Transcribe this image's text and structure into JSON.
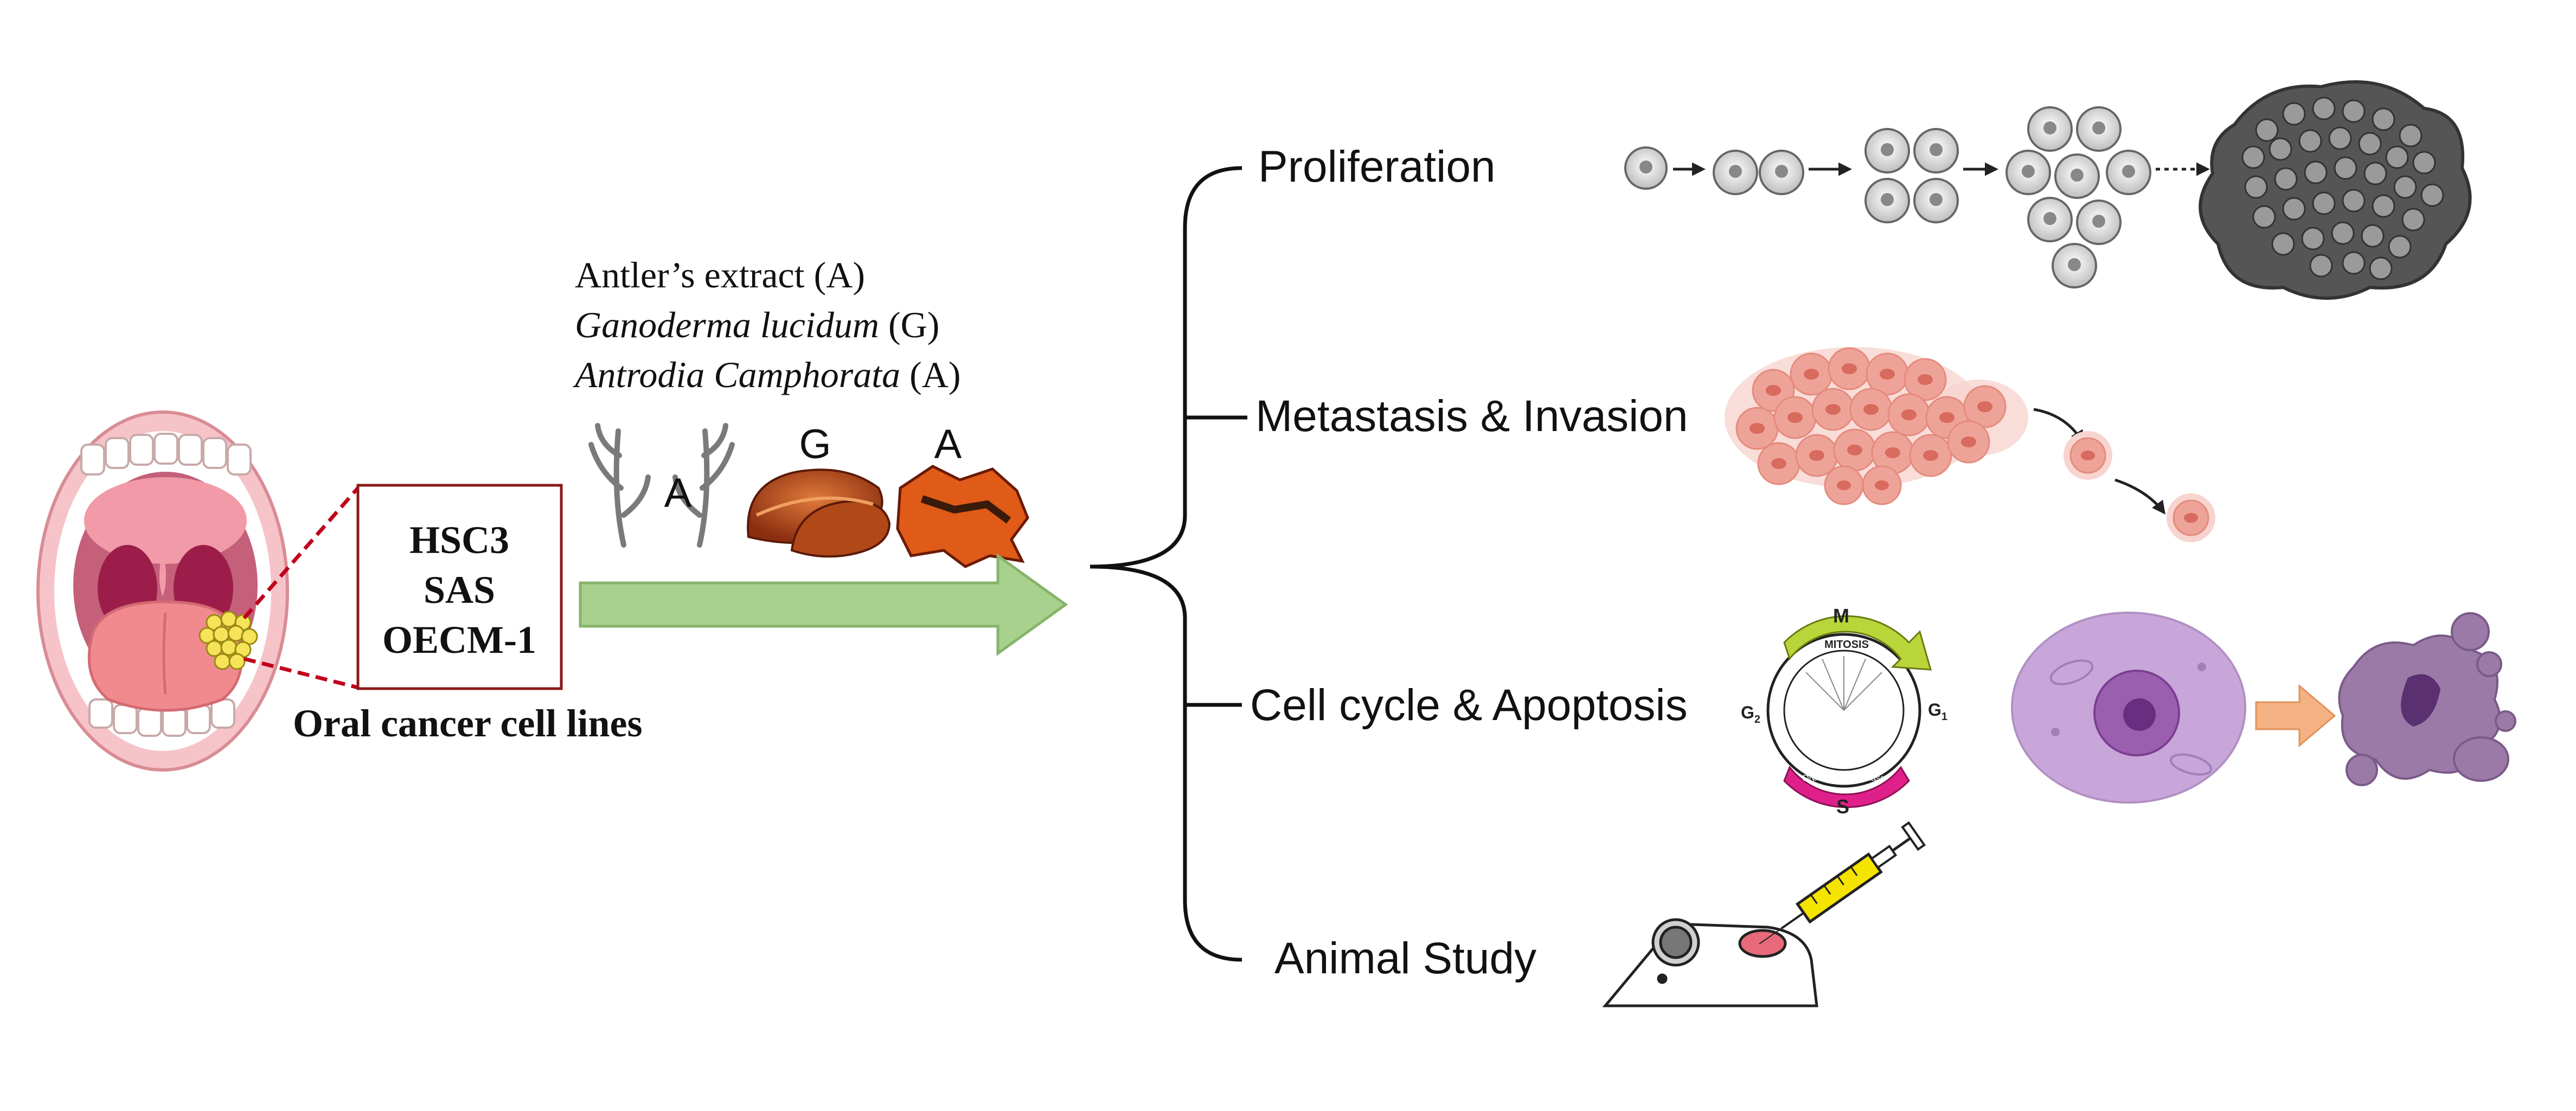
{
  "extracts": [
    {
      "name": "Antler’s extract",
      "suffix": " (A)",
      "italic": false
    },
    {
      "name": "Ganoderma lucidum",
      "suffix": " (G)",
      "italic": true
    },
    {
      "name": "Antrodia Camphorata",
      "suffix": " (A)",
      "italic": true
    }
  ],
  "extract_icons": {
    "antler": "A",
    "ganoderma": "G",
    "antrodia": "A"
  },
  "cell_lines": [
    "HSC3",
    "SAS",
    "OECM-1"
  ],
  "cell_lines_caption": "Oral cancer cell lines",
  "outcomes": [
    {
      "label": "Proliferation"
    },
    {
      "label": "Metastasis & Invasion"
    },
    {
      "label": "Cell cycle & Apoptosis"
    },
    {
      "label": "Animal Study"
    }
  ],
  "cell_cycle": {
    "m": "M",
    "g1": "G",
    "g1_sub": "1",
    "g2": "G",
    "g2_sub": "2",
    "s": "S",
    "mitosis": "MITOSIS",
    "dna": "DNA synthesis phase"
  },
  "icons": [
    "mouth-icon",
    "antler-icon",
    "ganoderma-icon",
    "antrodia-icon",
    "arrow-right-icon",
    "brace-icon",
    "cell-icon",
    "cell-cluster-icon",
    "cell-cycle-icon",
    "apoptotic-cell-icon",
    "mouse-icon",
    "syringe-icon"
  ],
  "colors": {
    "arrow": "#a9d18e",
    "arrow_stroke": "#86b36a",
    "box_border": "#8b1a1a",
    "dashed": "#c0001a",
    "apoptosis_arrow": "#f4b183",
    "cell_purple": "#c9a6d9",
    "apoptotic": "#9b7aa8",
    "tumor_pink": "#e8887c",
    "tumor_cell": "#f2b0a6"
  }
}
